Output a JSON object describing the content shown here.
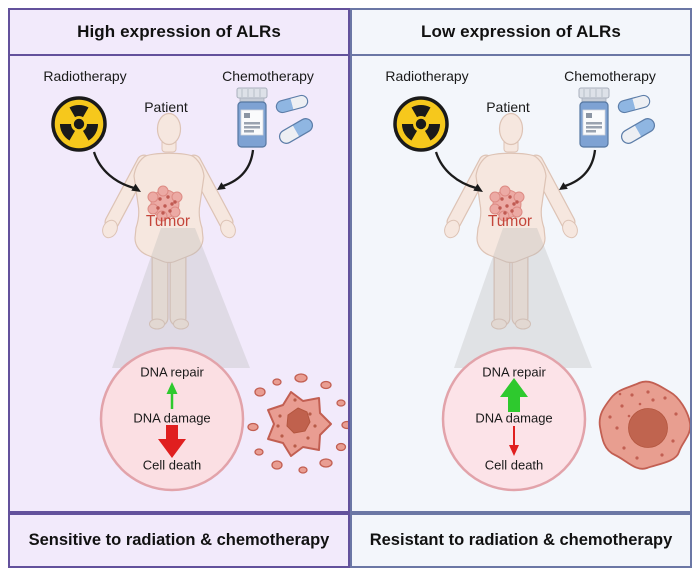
{
  "figure": {
    "panels": [
      {
        "id": "high-alr",
        "title": "High expression of ALRs",
        "radiotherapy_label": "Radiotherapy",
        "patient_label": "Patient",
        "chemotherapy_label": "Chemotherapy",
        "tumor_label": "Tumor",
        "dna_repair_label": "DNA repair",
        "dna_damage_label": "DNA damage",
        "cell_death_label": "Cell death",
        "dna_repair_arrow": "thin-green-up",
        "cell_death_arrow": "thick-red-down",
        "cell_state": "fragmented-dying-cell",
        "footer": "Sensitive to radiation & chemotherapy",
        "colors": {
          "background": "#f2eafb",
          "border": "#63519c"
        }
      },
      {
        "id": "low-alr",
        "title": "Low expression of ALRs",
        "radiotherapy_label": "Radiotherapy",
        "patient_label": "Patient",
        "chemotherapy_label": "Chemotherapy",
        "tumor_label": "Tumor",
        "dna_repair_label": "DNA repair",
        "dna_damage_label": "DNA damage",
        "cell_death_label": "Cell death",
        "dna_repair_arrow": "thick-green-up",
        "cell_death_arrow": "thin-red-down",
        "cell_state": "intact-resistant-cell",
        "footer": "Resistant to radiation & chemotherapy",
        "colors": {
          "background": "#f3f6fb",
          "border": "#6b77a5"
        }
      }
    ],
    "colors": {
      "green_arrow": "#2ec92e",
      "red_arrow": "#e01f1f",
      "tumor_text": "#c4453a",
      "radiation_yellow": "#f6c81c",
      "circle_fill": "#fbdfe3",
      "circle_border": "#e2a3aa",
      "cell_fill": "#e89e90",
      "skin": "#f6e7df"
    }
  }
}
